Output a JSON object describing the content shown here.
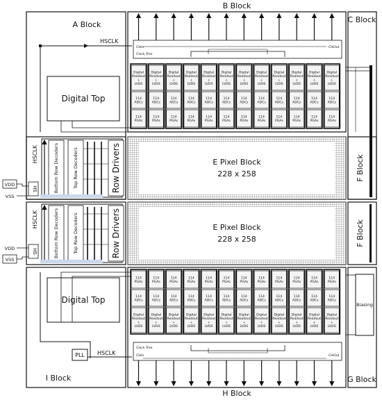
{
  "blocks": {
    "a": "A Block",
    "b": "B Block",
    "c": "C Block",
    "e": "E Pixel Block",
    "e_size": "228 x 258",
    "f": "F Block",
    "g": "G Block",
    "h": "H Block",
    "i": "I Block"
  },
  "digital_top": "Digital Top",
  "hsclk": "HSCLK",
  "pll": "PLL",
  "biasing": "Biasing",
  "clock_tree": "Clock Tree",
  "clk_in": "ClkIn",
  "clk_out": "ClkOut",
  "row_drivers": "Row Drivers",
  "top_row_decoders": "Top Row Decoders",
  "bottom_row_decoders": "Bottom Row Decoders",
  "vdd": "VDD",
  "vss": "VSS",
  "hs": "HS",
  "column_cells": {
    "readout": [
      "Digital",
      "Readout",
      "+",
      "LVDS"
    ],
    "adcs": [
      "114",
      "ADCs"
    ],
    "pgas": [
      "114",
      "PGAs"
    ]
  },
  "column_count": 12
}
